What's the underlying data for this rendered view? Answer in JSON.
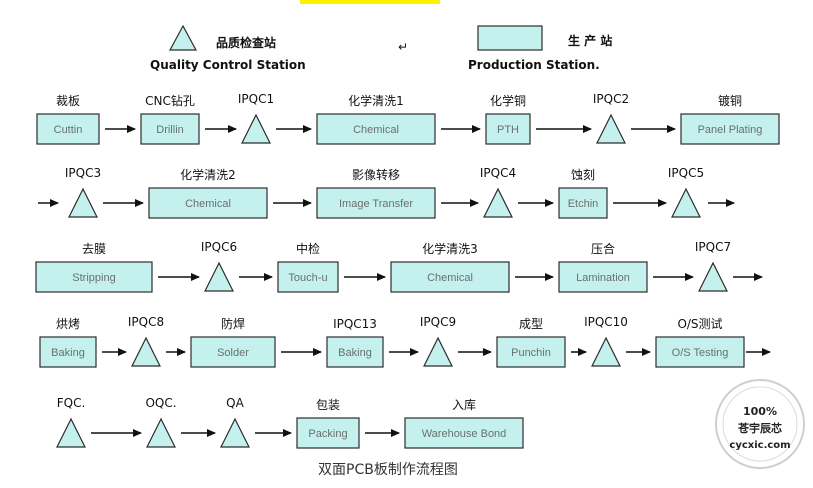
{
  "legend": {
    "qc_label_cn": "品质检查站",
    "qc_label_en": "Quality   Control   Station",
    "prod_label_cn": "生 产 站",
    "prod_label_en": "Production   Station."
  },
  "steps": [
    {
      "type": "box",
      "label": "裁板",
      "text": "Cuttin"
    },
    {
      "type": "box",
      "label": "CNC钻孔",
      "text": "Drillin"
    },
    {
      "type": "tri",
      "label": "IPQC1"
    },
    {
      "type": "box",
      "label": "化学清洗1",
      "text": "Chemical"
    },
    {
      "type": "box",
      "label": "化学铜",
      "text": "PTH"
    },
    {
      "type": "tri",
      "label": "IPQC2"
    },
    {
      "type": "box",
      "label": "镀铜",
      "text": "Panel Plating"
    },
    {
      "type": "tri",
      "label": "IPQC3"
    },
    {
      "type": "box",
      "label": "化学清洗2",
      "text": "Chemical"
    },
    {
      "type": "box",
      "label": "影像转移",
      "text": "Image Transfer"
    },
    {
      "type": "tri",
      "label": "IPQC4"
    },
    {
      "type": "box",
      "label": "蚀刻",
      "text": "Etchin"
    },
    {
      "type": "tri",
      "label": "IPQC5"
    },
    {
      "type": "box",
      "label": "去膜",
      "text": "Stripping"
    },
    {
      "type": "tri",
      "label": "IPQC6"
    },
    {
      "type": "box",
      "label": "中检",
      "text": "Touch-u"
    },
    {
      "type": "box",
      "label": "化学清洗3",
      "text": "Chemical"
    },
    {
      "type": "box",
      "label": "压合",
      "text": "Lamination"
    },
    {
      "type": "tri",
      "label": "IPQC7"
    },
    {
      "type": "box",
      "label": "烘烤",
      "text": "Baking"
    },
    {
      "type": "tri",
      "label": "IPQC8"
    },
    {
      "type": "box",
      "label": "防焊",
      "text": "Solder"
    },
    {
      "type": "box",
      "label": "IPQC13",
      "text": "Baking"
    },
    {
      "type": "tri",
      "label": "IPQC9"
    },
    {
      "type": "box",
      "label": "成型",
      "text": "Punchin"
    },
    {
      "type": "tri",
      "label": "IPQC10"
    },
    {
      "type": "box",
      "label": "O/S测试",
      "text": "O/S Testing"
    },
    {
      "type": "tri",
      "label": "FQC."
    },
    {
      "type": "tri",
      "label": "OQC."
    },
    {
      "type": "tri",
      "label": "QA"
    },
    {
      "type": "box",
      "label": "包装",
      "text": "Packing"
    },
    {
      "type": "box",
      "label": "入库",
      "text": "Warehouse Bond"
    }
  ],
  "caption": "双面PCB板制作流程图",
  "watermark": {
    "percent": "100%",
    "name": "苍宇辰芯",
    "site": "cycxic.com"
  },
  "colors": {
    "box_fill": "#c4f0ee",
    "box_stroke": "#2c2c2c",
    "triangle_fill": "#c4f0ee",
    "arrow": "#111111",
    "legend_bar": "#fff200"
  }
}
